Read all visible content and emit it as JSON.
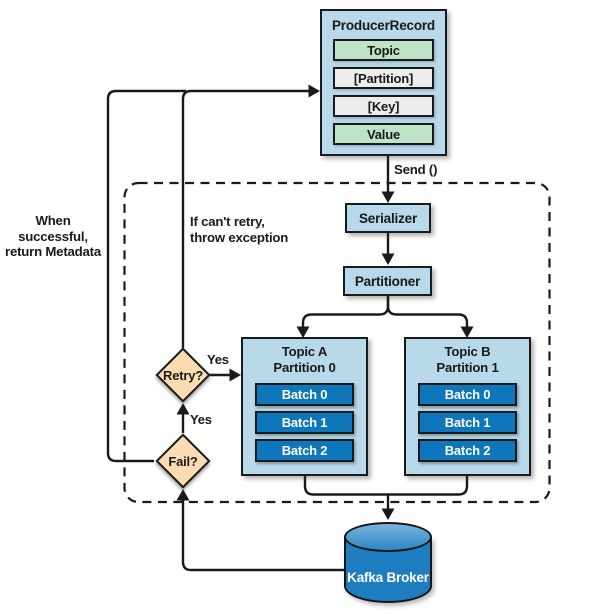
{
  "diagram": {
    "producer_record": {
      "title": "ProducerRecord",
      "rows": [
        "Topic",
        "[Partition]",
        "[Key]",
        "Value"
      ]
    },
    "send_label": "Send ()",
    "serializer_label": "Serializer",
    "partitioner_label": "Partitioner",
    "partitions": [
      {
        "title": "Topic A\nPartition 0",
        "batches": [
          "Batch 0",
          "Batch 1",
          "Batch 2"
        ]
      },
      {
        "title": "Topic B\nPartition 1",
        "batches": [
          "Batch 0",
          "Batch 1",
          "Batch 2"
        ]
      }
    ],
    "retry_label": "Retry?",
    "fail_label": "Fail?",
    "yes_to_partition": "Yes",
    "yes_to_retry": "Yes",
    "annotation_success": "When successful,\nreturn Metadata",
    "annotation_exception": "If can't retry,\nthrow exception",
    "broker_label": "Kafka Broker",
    "colors": {
      "box_blue": "#b7d9ea",
      "row_green": "#bee3c7",
      "row_gray": "#ededed",
      "batch_blue": "#0e76bb",
      "diamond_peach": "#fbdcb2",
      "broker_blue": "#1e7dc0",
      "line_black": "#1a1a1a"
    }
  }
}
